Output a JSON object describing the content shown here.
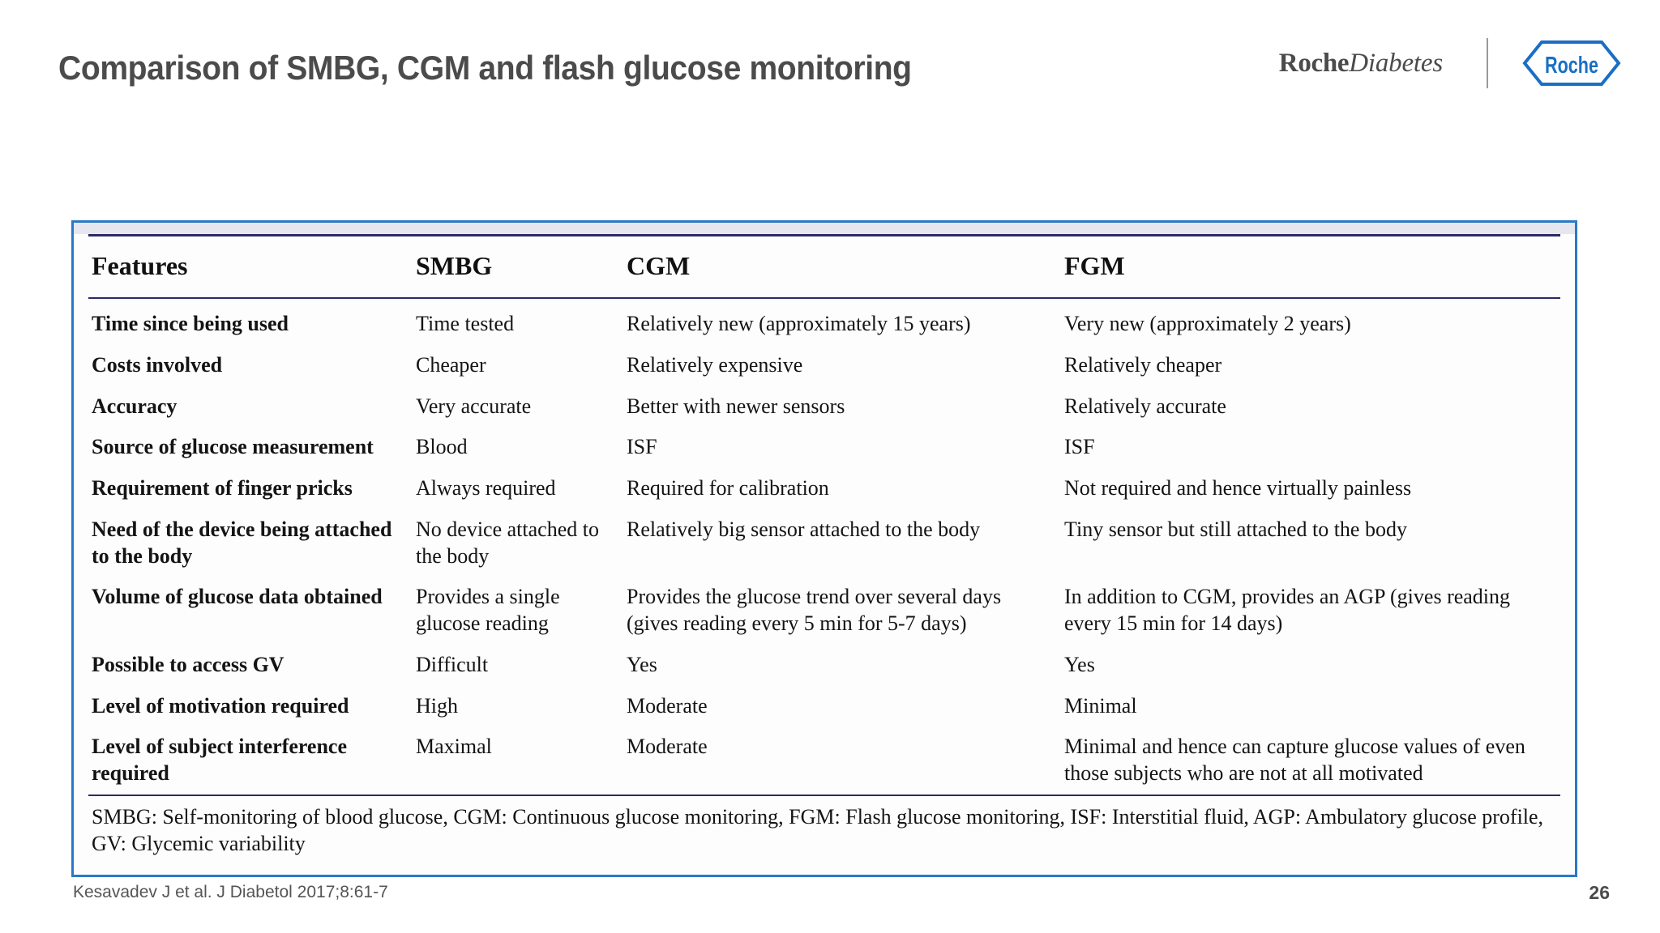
{
  "header": {
    "title": "Comparison of SMBG, CGM and flash glucose monitoring",
    "brand": {
      "wordmark_primary": "Roche",
      "wordmark_secondary": "Diabetes",
      "logo_text": "Roche",
      "logo_color": "#1a6fc4",
      "title_color": "#4b4b4b"
    }
  },
  "figure": {
    "border_color": "#2a79c6",
    "rule_color": "#2b2b66",
    "band_color": "#e6e6ee",
    "columns": [
      "Features",
      "SMBG",
      "CGM",
      "FGM"
    ],
    "rows": [
      {
        "feature": "Time since being used",
        "smbg": "Time tested",
        "cgm": "Relatively new (approximately 15 years)",
        "fgm": "Very new (approximately 2 years)"
      },
      {
        "feature": "Costs involved",
        "smbg": "Cheaper",
        "cgm": "Relatively expensive",
        "fgm": "Relatively cheaper"
      },
      {
        "feature": "Accuracy",
        "smbg": "Very accurate",
        "cgm": "Better with newer sensors",
        "fgm": "Relatively accurate"
      },
      {
        "feature": "Source of glucose measurement",
        "smbg": "Blood",
        "cgm": "ISF",
        "fgm": "ISF"
      },
      {
        "feature": "Requirement of finger pricks",
        "smbg": "Always required",
        "cgm": "Required for calibration",
        "fgm": "Not required and hence virtually painless"
      },
      {
        "feature": "Need of the device being attached to the body",
        "smbg": "No device attached to the body",
        "cgm": "Relatively big sensor attached to the body",
        "fgm": "Tiny sensor but still attached to the body"
      },
      {
        "feature": "Volume of glucose data obtained",
        "smbg": "Provides a single glucose reading",
        "cgm": "Provides the glucose trend over several days (gives reading every 5 min for 5-7 days)",
        "fgm": "In addition to CGM, provides an AGP (gives reading every 15 min for 14 days)"
      },
      {
        "feature": "Possible to access GV",
        "smbg": "Difficult",
        "cgm": "Yes",
        "fgm": "Yes"
      },
      {
        "feature": "Level of motivation required",
        "smbg": "High",
        "cgm": "Moderate",
        "fgm": "Minimal"
      },
      {
        "feature": "Level of subject interference required",
        "smbg": "Maximal",
        "cgm": "Moderate",
        "fgm": "Minimal and hence can capture glucose values of even those subjects who are not at all motivated"
      }
    ],
    "footnote": "SMBG: Self-monitoring of blood glucose, CGM: Continuous glucose monitoring, FGM: Flash glucose monitoring, ISF: Interstitial fluid, AGP: Ambulatory glucose profile, GV: Glycemic variability"
  },
  "footer": {
    "citation": "Kesavadev J et al. J Diabetol 2017;8:61-7",
    "slide_number": "26"
  }
}
